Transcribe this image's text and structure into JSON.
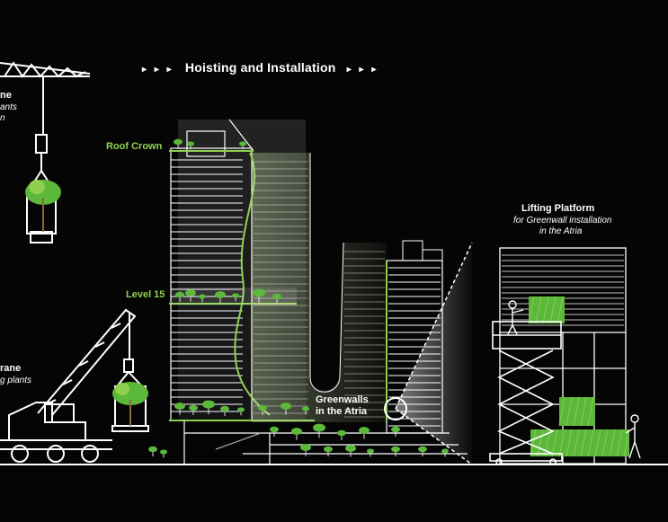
{
  "title": {
    "arrows_left": "▸ ▸ ▸",
    "text": "Hoisting and Installation",
    "arrows_right": "▸ ▸ ▸"
  },
  "labels": {
    "roof_crown": "Roof Crown",
    "level_15": "Level 15",
    "greenwalls_line1": "Greenwalls",
    "greenwalls_line2": "in the Atria"
  },
  "top_crane": {
    "heading_fragment": "ne",
    "line1_fragment": "ants",
    "line2_fragment": "n"
  },
  "mobile_crane": {
    "heading_fragment": "rane",
    "line1_fragment": "g plants"
  },
  "lifting_platform": {
    "heading": "Lifting Platform",
    "line1": "for Greenwall installation",
    "line2": "in the Atria"
  },
  "colors": {
    "background": "#050505",
    "accent_green": "#8fd14f",
    "line_white": "#ffffff",
    "plant_green": "#5cb83a"
  }
}
